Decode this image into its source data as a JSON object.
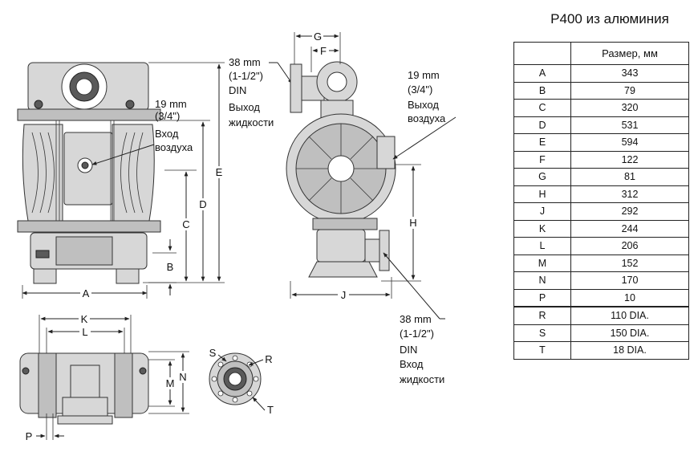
{
  "title": "P400 из алюминия",
  "table": {
    "header": [
      "",
      "Размер, мм"
    ],
    "rows": [
      {
        "key": "A",
        "value": "343"
      },
      {
        "key": "B",
        "value": "79"
      },
      {
        "key": "C",
        "value": "320"
      },
      {
        "key": "D",
        "value": "531"
      },
      {
        "key": "E",
        "value": "594"
      },
      {
        "key": "F",
        "value": "122"
      },
      {
        "key": "G",
        "value": "81"
      },
      {
        "key": "H",
        "value": "312"
      },
      {
        "key": "J",
        "value": "292"
      },
      {
        "key": "K",
        "value": "244"
      },
      {
        "key": "L",
        "value": "206"
      },
      {
        "key": "M",
        "value": "152"
      },
      {
        "key": "N",
        "value": "170"
      },
      {
        "key": "P",
        "value": "10"
      },
      {
        "key": "R",
        "value": "110 DIA."
      },
      {
        "key": "S",
        "value": "150 DIA."
      },
      {
        "key": "T",
        "value": "18 DIA."
      }
    ]
  },
  "callouts": {
    "air_size_front": [
      "19 mm",
      "(3/4\")"
    ],
    "air_inlet_front": [
      "Вход",
      "воздуха"
    ],
    "outlet_size": [
      "38 mm",
      "(1-1/2\")",
      "DIN"
    ],
    "outlet_label": [
      "Выход",
      "жидкости"
    ],
    "air_size_side": [
      "19 mm",
      "(3/4\")"
    ],
    "air_inlet_side": [
      "Выход",
      "воздуха"
    ],
    "inlet_size": [
      "38 mm",
      "(1-1/2\")",
      "DIN"
    ],
    "inlet_label": [
      "Вход",
      "жидкости"
    ]
  },
  "dimension_letters": {
    "A": "A",
    "B": "B",
    "C": "C",
    "D": "D",
    "E": "E",
    "F": "F",
    "G": "G",
    "H": "H",
    "J": "J",
    "K": "K",
    "L": "L",
    "M": "M",
    "N": "N",
    "P": "P",
    "R": "R",
    "S": "S",
    "T": "T"
  }
}
